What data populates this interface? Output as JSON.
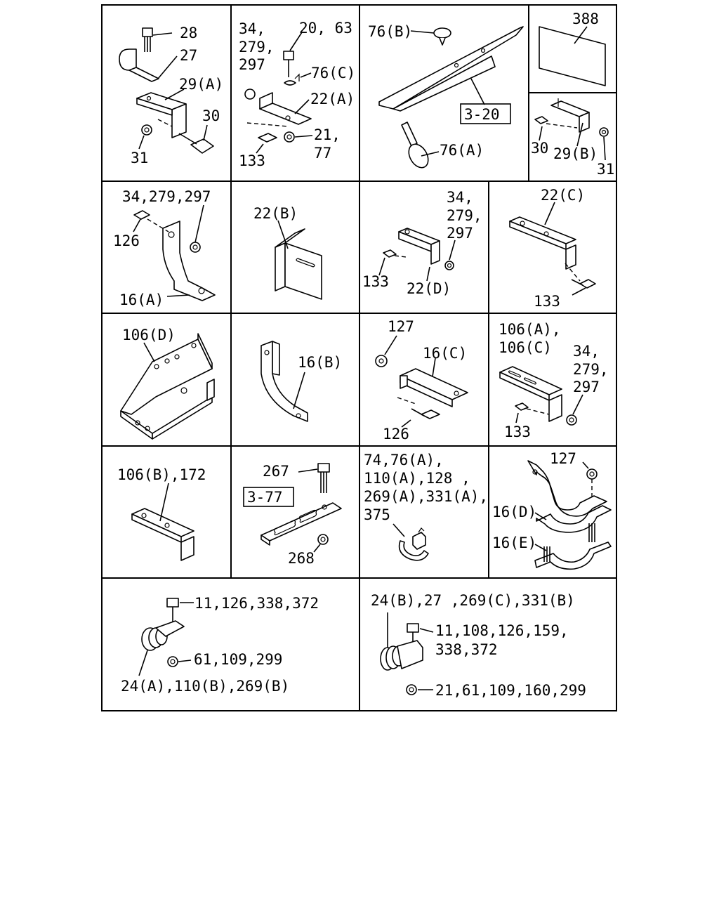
{
  "diagram": {
    "labels": [
      "28",
      "27",
      "29(A)",
      "30",
      "31",
      "34,",
      "279,",
      "297",
      "20, 63",
      "76(C)",
      "22(A)",
      "21,",
      "77",
      "133",
      "76(B)",
      "3-20",
      "76(A)",
      "388",
      "30",
      "29(B)",
      "31",
      "34,279,297",
      "126",
      "16(A)",
      "22(B)",
      "34,",
      "279,",
      "297",
      "133",
      "22(D)",
      "22(C)",
      "133",
      "106(D)",
      "16(B)",
      "127",
      "16(C)",
      "126",
      "106(A),",
      "106(C)",
      "34,",
      "279,",
      "297",
      "133",
      "106(B),172",
      "267",
      "3-77",
      "268",
      "74,76(A),",
      "110(A),128 ,",
      "269(A),331(A),",
      "375",
      "127",
      "16(D)",
      "16(E)",
      "11,126,338,372",
      "61,109,299",
      "24(A),110(B),269(B)",
      "24(B),27 ,269(C),331(B)",
      "11,108,126,159,",
      "338,372",
      "21,61,109,160,299"
    ]
  }
}
